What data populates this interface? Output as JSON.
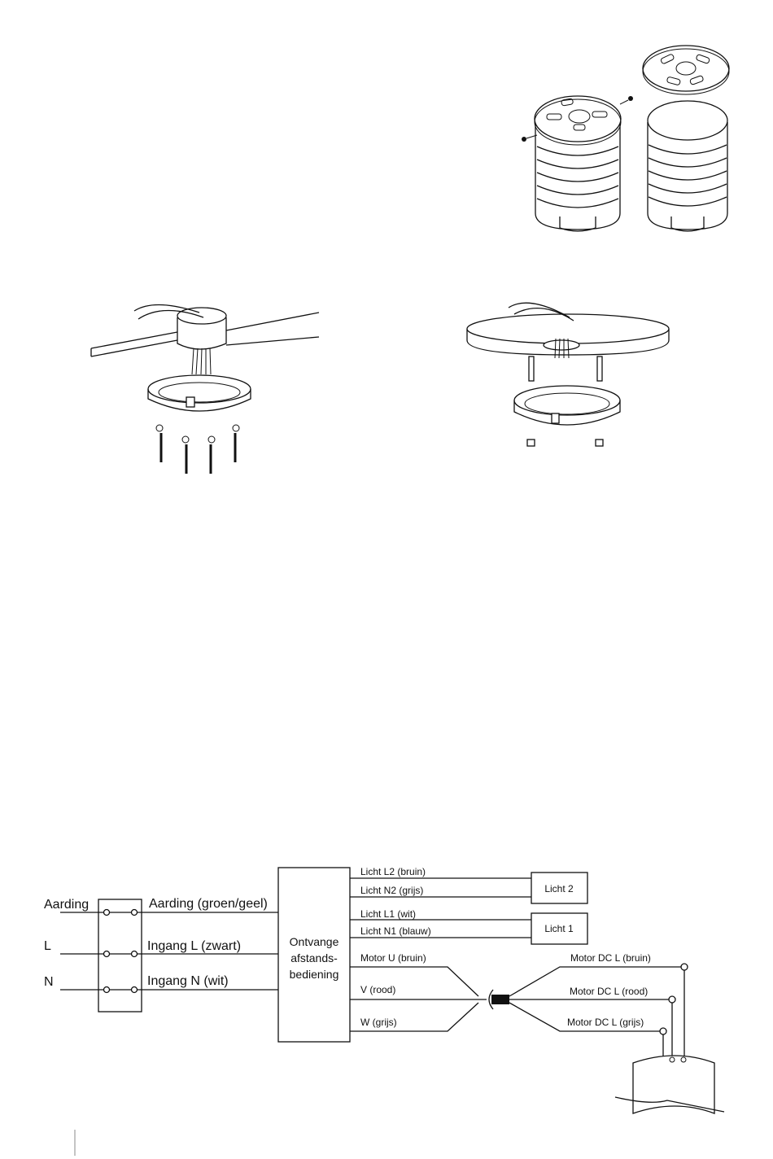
{
  "wiring": {
    "inputs": {
      "aarding": "Aarding",
      "l": "L",
      "n": "N"
    },
    "wires_in": {
      "aarding": "Aarding (groen/geel)",
      "l": "Ingang L  (zwart)",
      "n": "Ingang N  (wit)"
    },
    "receiver": {
      "line1": "Ontvange",
      "line2": "afstands-",
      "line3": "bediening"
    },
    "outputs": {
      "l2": "Licht L2 (bruin)",
      "n2": "Licht N2 (grijs)",
      "l1": "Licht L1 (wit)",
      "n1": "Licht N1 (blauw)",
      "mu": "Motor U (bruin)",
      "v": "V (rood)",
      "w": "W (grijs)"
    },
    "lights": {
      "licht2": "Licht 2",
      "licht1": "Licht 1"
    },
    "motor": {
      "dc1": "Motor DC L (bruin)",
      "dc2": "Motor DC L (rood)",
      "dc3": "Motor DC L (grijs)"
    }
  }
}
